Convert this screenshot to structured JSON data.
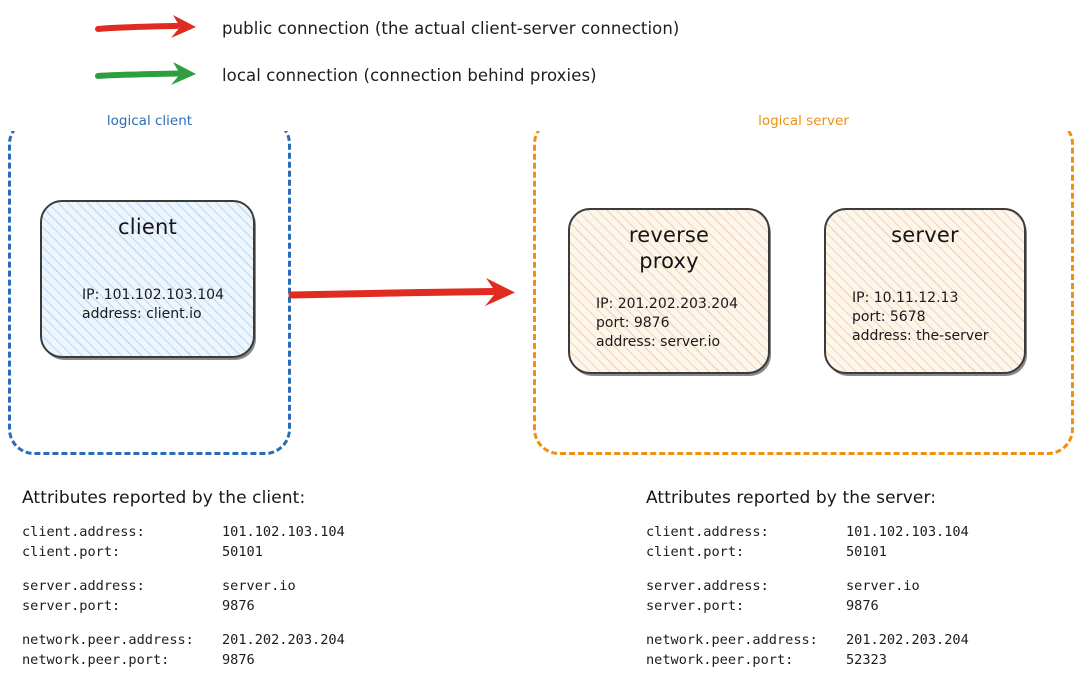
{
  "colors": {
    "public_arrow": "#e02b20",
    "local_arrow": "#2e9e41",
    "logical_client_border": "#2b6cb8",
    "logical_server_border": "#ef900f",
    "client_fill": "#eef6fd",
    "server_fill": "#fdf6ec",
    "node_stroke": "#3b3b3b"
  },
  "legend": {
    "items": [
      {
        "arrow": "red-arrow-icon",
        "color": "#e02b20",
        "label": "public connection (the actual client-server connection)"
      },
      {
        "arrow": "green-arrow-icon",
        "color": "#2e9e41",
        "label": "local connection (connection behind proxies)"
      }
    ]
  },
  "diagram": {
    "logical_client": {
      "caption": "logical client",
      "node": {
        "title": "client",
        "lines": [
          "IP: 101.102.103.104",
          "address: client.io"
        ]
      }
    },
    "logical_server": {
      "caption": "logical server",
      "nodes": [
        {
          "title": "reverse\nproxy",
          "lines": [
            "IP: 201.202.203.204",
            "port: 9876",
            "address: server.io"
          ]
        },
        {
          "title": "server",
          "lines": [
            "IP: 10.11.12.13",
            "port: 5678",
            "address: the-server"
          ]
        }
      ]
    },
    "main_connection": {
      "type": "public",
      "color": "#e02b20",
      "from": "logical client",
      "to": "logical server"
    }
  },
  "attributes": {
    "client_panel": {
      "heading": "Attributes reported by the client:",
      "groups": [
        {
          "rows": [
            {
              "key": "client.address:",
              "value": "101.102.103.104"
            },
            {
              "key": "client.port:",
              "value": "50101"
            }
          ]
        },
        {
          "rows": [
            {
              "key": "server.address:",
              "value": "server.io"
            },
            {
              "key": "server.port:",
              "value": "9876"
            }
          ]
        },
        {
          "rows": [
            {
              "key": "network.peer.address:",
              "value": "201.202.203.204"
            },
            {
              "key": "network.peer.port:",
              "value": "9876"
            }
          ]
        }
      ]
    },
    "server_panel": {
      "heading": "Attributes reported by the server:",
      "groups": [
        {
          "rows": [
            {
              "key": "client.address:",
              "value": "101.102.103.104"
            },
            {
              "key": "client.port:",
              "value": "50101"
            }
          ]
        },
        {
          "rows": [
            {
              "key": "server.address:",
              "value": "server.io"
            },
            {
              "key": "server.port:",
              "value": "9876"
            }
          ]
        },
        {
          "rows": [
            {
              "key": "network.peer.address:",
              "value": "201.202.203.204"
            },
            {
              "key": "network.peer.port:",
              "value": "52323"
            }
          ]
        }
      ]
    }
  }
}
